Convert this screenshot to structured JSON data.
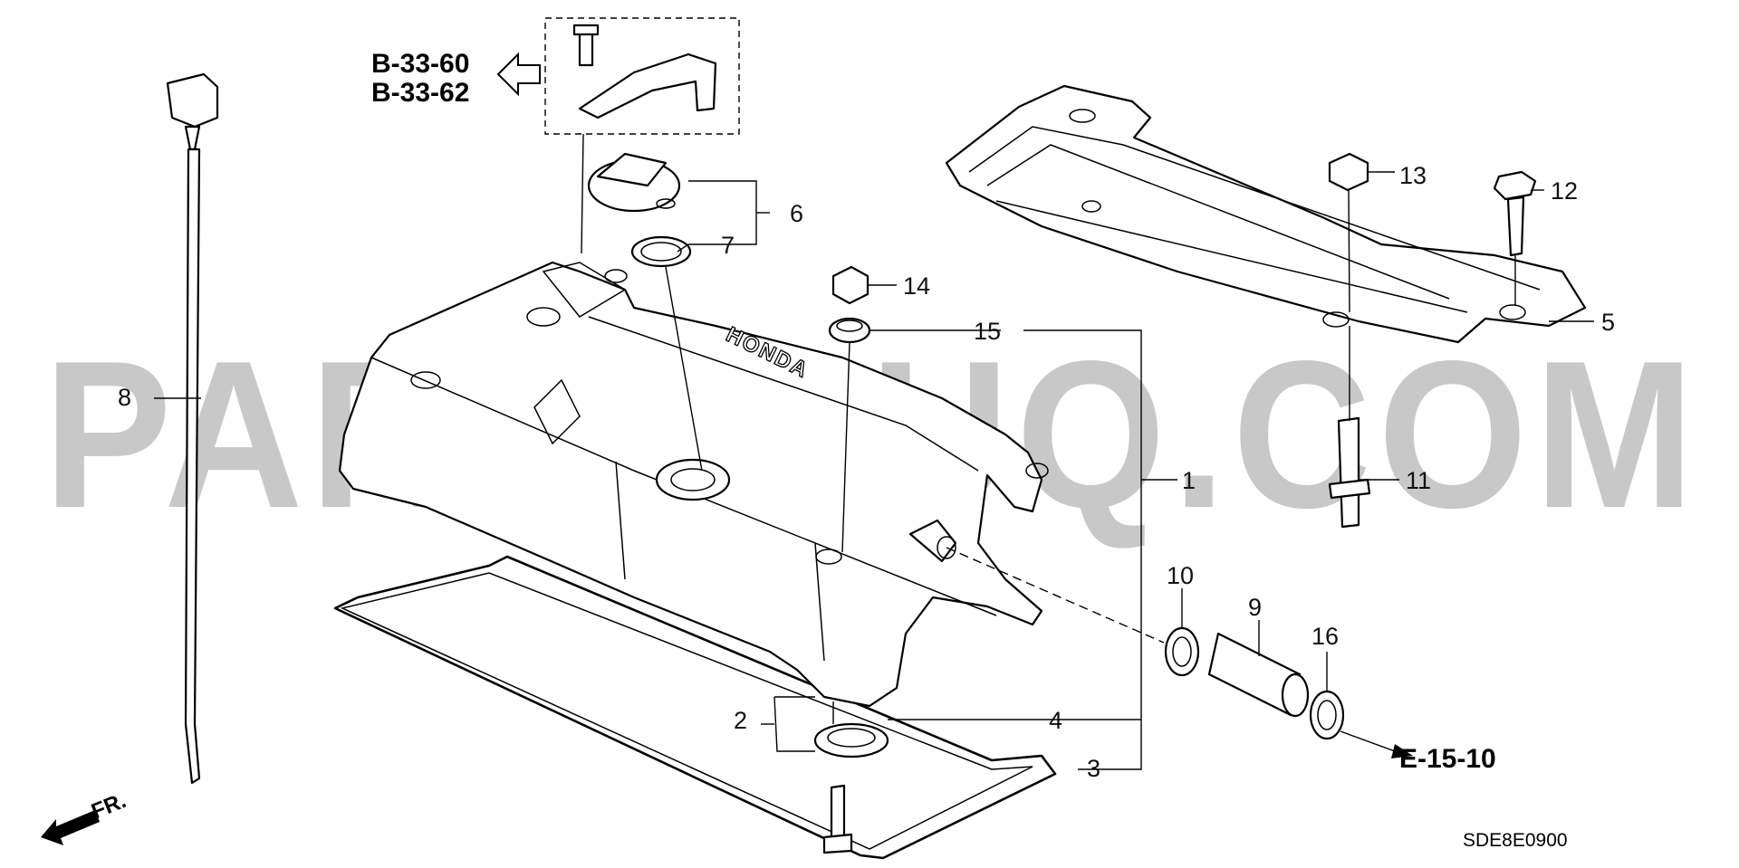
{
  "watermark": "PARTSOUQ.COM",
  "diagram_code": "SDE8E0900",
  "front_indicator": "FR.",
  "embossed_text": "HONDA",
  "references": {
    "top_left_1": "B-33-60",
    "top_left_2": "B-33-62",
    "bottom_right": "E-15-10"
  },
  "callouts": [
    "1",
    "2",
    "3",
    "4",
    "5",
    "6",
    "7",
    "8",
    "9",
    "10",
    "11",
    "12",
    "13",
    "14",
    "15",
    "16"
  ]
}
